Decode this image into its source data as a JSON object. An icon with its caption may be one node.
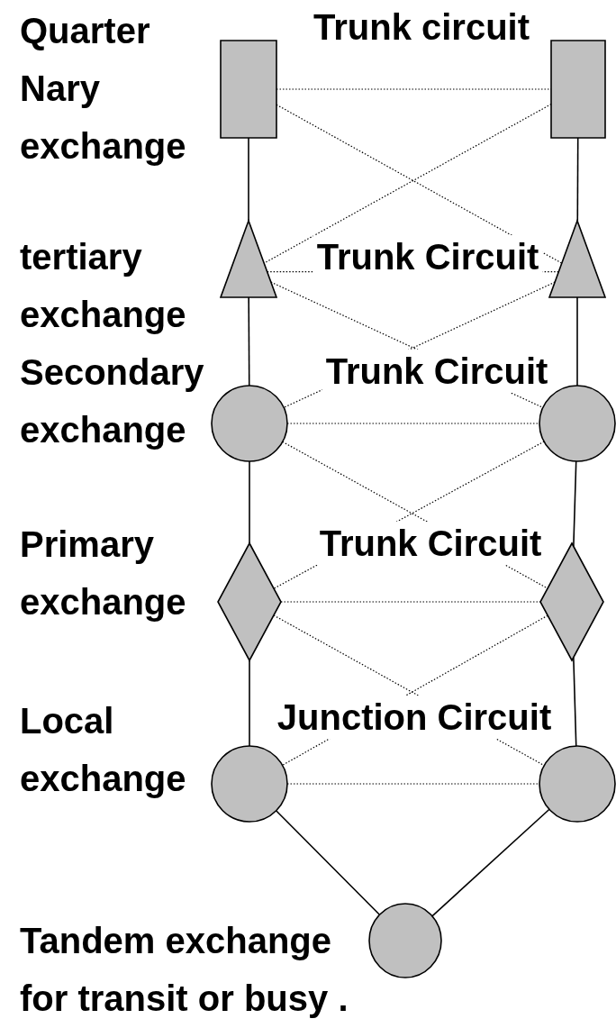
{
  "diagram": {
    "nodes": [
      {
        "text": [],
        "shape": "box",
        "beside": [
          "Quarter Nary exchange"
        ]
      },
      {
        "text": [],
        "shape": "box"
      },
      {
        "text": [],
        "shape": "triangle",
        "beside": [
          "tertiary exchange"
        ]
      },
      {
        "text": [],
        "shape": "triangle"
      },
      {
        "text": [],
        "shape": "circle",
        "beside": [
          "Secondary exchange"
        ]
      },
      {
        "text": [],
        "shape": "circle"
      },
      {
        "text": [],
        "shape": "diamond",
        "beside": [
          "Primary exchange"
        ]
      },
      {
        "text": [],
        "shape": "diamond"
      },
      {
        "text": [],
        "shape": "circle",
        "beside": [
          "Local exchange"
        ]
      },
      {
        "text": [],
        "shape": "circle"
      },
      {
        "text": [],
        "shape": "circle",
        "beside": [
          "Tandem exchange for transit or busy ."
        ]
      }
    ],
    "edges": [
      {
        "from": 0,
        "to": 1,
        "arrow": "none",
        "style": "dashed",
        "label": "Trunk circuit"
      },
      {
        "from": 0,
        "to": 3,
        "arrow": "none",
        "style": "dashed"
      },
      {
        "from": 1,
        "to": 2,
        "arrow": "none",
        "style": "dashed"
      },
      {
        "from": 0,
        "to": 2,
        "arrow": "none"
      },
      {
        "from": 1,
        "to": 3,
        "arrow": "none"
      },
      {
        "from": 2,
        "to": 3,
        "arrow": "none",
        "style": "dashed",
        "label": "Trunk Circuit"
      },
      {
        "from": 2,
        "to": 5,
        "arrow": "none",
        "style": "dashed"
      },
      {
        "from": 3,
        "to": 4,
        "arrow": "none",
        "style": "dashed"
      },
      {
        "from": 2,
        "to": 4,
        "arrow": "none"
      },
      {
        "from": 3,
        "to": 5,
        "arrow": "none"
      },
      {
        "from": 4,
        "to": 5,
        "arrow": "none",
        "style": "dashed",
        "label": "Trunk Circuit"
      },
      {
        "from": 4,
        "to": 7,
        "arrow": "none",
        "style": "dashed"
      },
      {
        "from": 5,
        "to": 6,
        "arrow": "none",
        "style": "dashed"
      },
      {
        "from": 4,
        "to": 6,
        "arrow": "none"
      },
      {
        "from": 5,
        "to": 7,
        "arrow": "none"
      },
      {
        "from": 6,
        "to": 7,
        "arrow": "none",
        "style": "dashed",
        "label": "Trunk Circuit"
      },
      {
        "from": 6,
        "to": 9,
        "arrow": "none",
        "style": "dashed"
      },
      {
        "from": 7,
        "to": 8,
        "arrow": "none",
        "style": "dashed"
      },
      {
        "from": 6,
        "to": 8,
        "arrow": "none"
      },
      {
        "from": 7,
        "to": 9,
        "arrow": "none"
      },
      {
        "from": 8,
        "to": 9,
        "arrow": "none",
        "style": "dashed",
        "label": "Junction Circuit"
      },
      {
        "from": 8,
        "to": 10,
        "arrow": "none"
      },
      {
        "from": 9,
        "to": 10,
        "arrow": "none"
      }
    ]
  }
}
